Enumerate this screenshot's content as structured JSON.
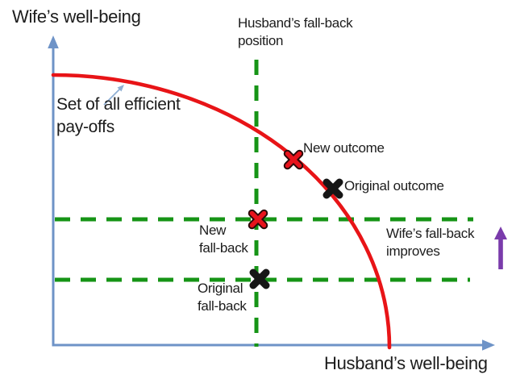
{
  "figure_type": "bargaining-model-diagram",
  "labels": {
    "y_axis_title": "Wife’s well-being",
    "x_axis_title": "Husband’s well-being",
    "efficient_set": "Set of all efficient\npay-offs",
    "husband_fallback": "Husband’s fall-back\nposition",
    "new_outcome": "New outcome",
    "original_outcome": "Original outcome",
    "new_fallback": "New\nfall-back",
    "original_fallback": "Original\nfall-back",
    "wife_fallback_improves": "Wife’s fall-back\nimproves"
  },
  "colors": {
    "axis_blue": "#6e93c7",
    "frontier_red": "#e81417",
    "fallback_green": "#169416",
    "improvement_purple": "#7a3bab",
    "marker_new_red": "#e8131c",
    "marker_original_black": "#161616",
    "text": "#1c1c1c"
  },
  "elements": {
    "axes": [
      "wife well-being (vertical)",
      "husband well-being (horizontal)"
    ],
    "curve": "efficient pay-off frontier (concave, from upper-left to lower-right)",
    "dashed_lines": [
      "husband fall-back (vertical)",
      "new fall-back (upper horizontal)",
      "original fall-back (lower horizontal)"
    ],
    "markers": [
      {
        "name": "new-outcome",
        "color": "red",
        "on": "frontier"
      },
      {
        "name": "original-outcome",
        "color": "black",
        "on": "frontier"
      },
      {
        "name": "new-fallback-point",
        "color": "red",
        "on": "dashed intersection"
      },
      {
        "name": "original-fallback-point",
        "color": "black",
        "on": "dashed intersection"
      }
    ],
    "arrow": "purple up arrow indicating wife’s fall-back improves"
  }
}
